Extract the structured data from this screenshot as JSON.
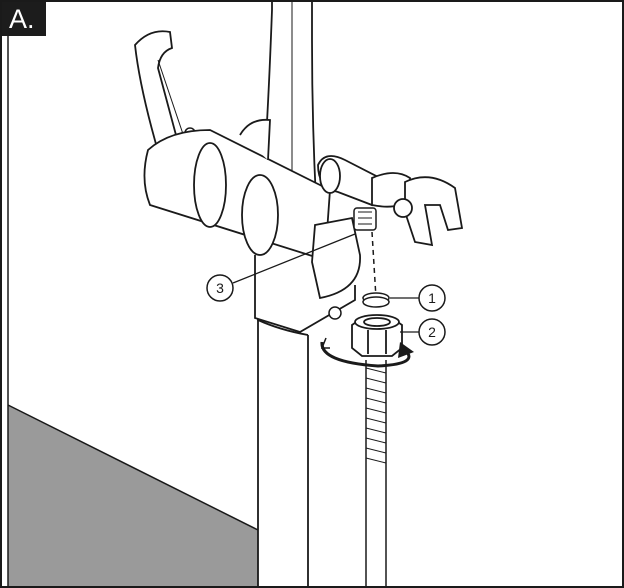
{
  "step_label": "A.",
  "callouts": [
    {
      "id": "1",
      "label": "1"
    },
    {
      "id": "2",
      "label": "2"
    },
    {
      "id": "3",
      "label": "3"
    }
  ],
  "colors": {
    "line": "#1a1a1a",
    "wall_shade": "#9a9a9a",
    "badge_bg": "#1c1c1c",
    "badge_text": "#ffffff",
    "background": "#ffffff"
  }
}
